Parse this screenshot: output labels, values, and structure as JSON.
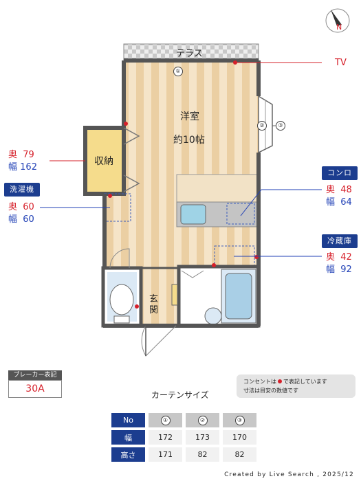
{
  "plan": {
    "terrace_label": "テラス",
    "room_name": "洋室",
    "room_size": "約10帖",
    "storage_label": "収納",
    "entrance_label": "玄関",
    "window_1": "①",
    "window_2": "②",
    "window_3": "③",
    "tv_label": "TV"
  },
  "storage_dims": {
    "depth_label": "奥",
    "depth_value": "79",
    "width_label": "幅",
    "width_value": "162"
  },
  "washer": {
    "tag": "洗濯機",
    "depth_label": "奥",
    "depth_value": "60",
    "width_label": "幅",
    "width_value": "60"
  },
  "stove": {
    "tag": "コンロ",
    "depth_label": "奥",
    "depth_value": "48",
    "width_label": "幅",
    "width_value": "64"
  },
  "fridge": {
    "tag": "冷蔵庫",
    "depth_label": "奥",
    "depth_value": "42",
    "width_label": "幅",
    "width_value": "92"
  },
  "breaker": {
    "label": "ブレーカー表記",
    "value": "30A"
  },
  "notes": {
    "line1_a": "コンセントは",
    "line1_b": "で表記しています",
    "line2": "寸法は目安の数値です"
  },
  "curtain": {
    "title": "カーテンサイズ",
    "header_label": "No",
    "columns": [
      "①",
      "②",
      "③"
    ],
    "rows": [
      {
        "label": "幅",
        "values": [
          "172",
          "173",
          "170"
        ]
      },
      {
        "label": "高さ",
        "values": [
          "171",
          "82",
          "82"
        ]
      }
    ]
  },
  "compass": {
    "letter": "N"
  },
  "credit": "Created by Live Search , 2025/12",
  "colors": {
    "accent_blue": "#1c3d8f",
    "dim_red": "#d6202a",
    "dim_blue": "#1f3fb5",
    "outlet_red": "#d6202a"
  }
}
